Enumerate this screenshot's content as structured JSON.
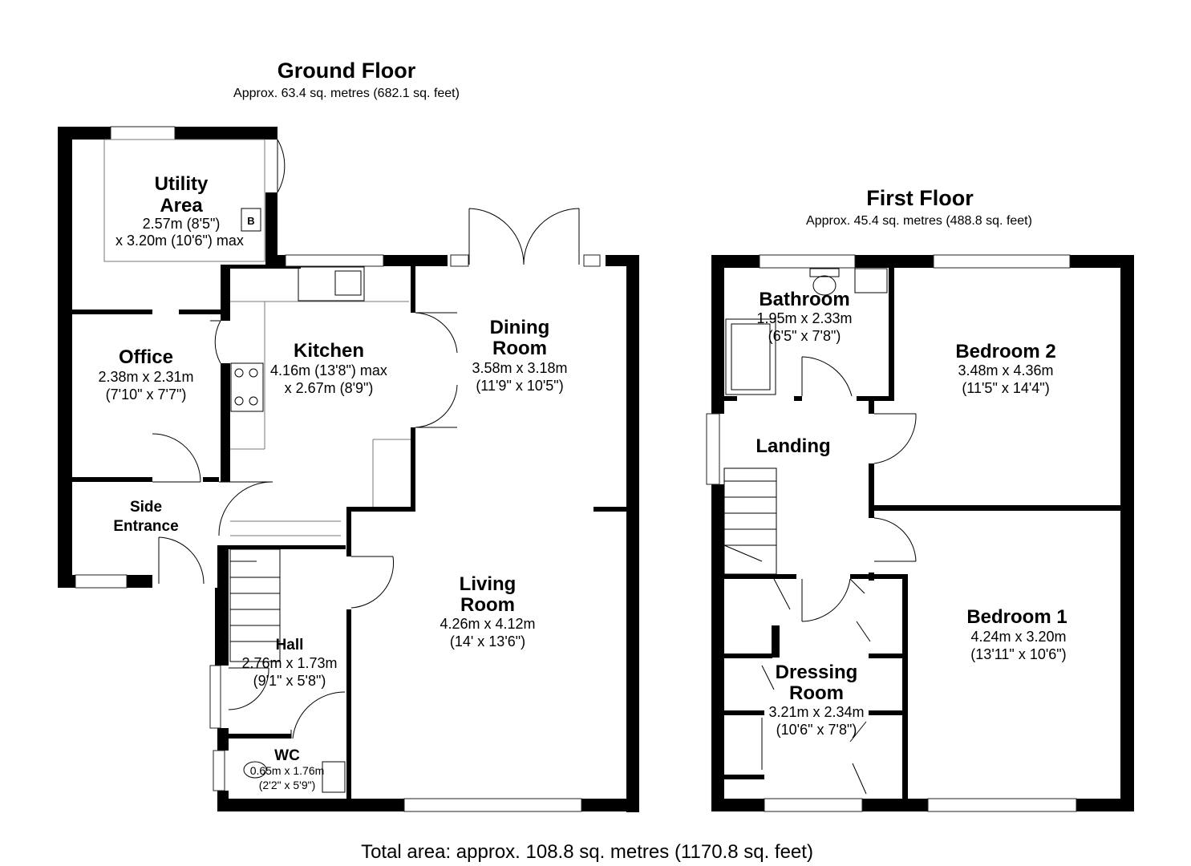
{
  "ground_floor": {
    "title": "Ground Floor",
    "area": "Approx. 63.4 sq. metres (682.1 sq. feet)",
    "rooms": {
      "utility": {
        "name_1": "Utility",
        "name_2": "Area",
        "dim_1": "2.57m (8'5\")",
        "dim_2": "x 3.20m (10'6\") max",
        "boiler_label": "B"
      },
      "office": {
        "name": "Office",
        "dim_1": "2.38m x 2.31m",
        "dim_2": "(7'10\" x 7'7\")"
      },
      "kitchen": {
        "name": "Kitchen",
        "dim_1": "4.16m (13'8\") max",
        "dim_2": "x 2.67m (8'9\")"
      },
      "dining": {
        "name_1": "Dining",
        "name_2": "Room",
        "dim_1": "3.58m x 3.18m",
        "dim_2": "(11'9\" x 10'5\")"
      },
      "side_entrance": {
        "name_1": "Side",
        "name_2": "Entrance"
      },
      "living": {
        "name_1": "Living",
        "name_2": "Room",
        "dim_1": "4.26m x 4.12m",
        "dim_2": "(14' x 13'6\")"
      },
      "hall": {
        "name": "Hall",
        "dim_1": "2.76m x 1.73m",
        "dim_2": "(9'1\" x 5'8\")"
      },
      "wc": {
        "name": "WC",
        "dim_1": "0.65m x 1.76m",
        "dim_2": "(2'2\" x 5'9\")"
      }
    }
  },
  "first_floor": {
    "title": "First Floor",
    "area": "Approx. 45.4 sq. metres (488.8 sq. feet)",
    "rooms": {
      "bathroom": {
        "name": "Bathroom",
        "dim_1": "1.95m x 2.33m",
        "dim_2": "(6'5\" x 7'8\")"
      },
      "bedroom2": {
        "name": "Bedroom 2",
        "dim_1": "3.48m x 4.36m",
        "dim_2": "(11'5\" x 14'4\")"
      },
      "landing": {
        "name": "Landing"
      },
      "bedroom1": {
        "name": "Bedroom 1",
        "dim_1": "4.24m x 3.20m",
        "dim_2": "(13'11\" x 10'6\")"
      },
      "dressing": {
        "name_1": "Dressing",
        "name_2": "Room",
        "dim_1": "3.21m x 2.34m",
        "dim_2": "(10'6\" x 7'8\")"
      }
    }
  },
  "total_area": "Total area: approx. 108.8 sq. metres (1170.8 sq. feet)",
  "colors": {
    "wall": "#000000",
    "background": "#ffffff",
    "fixture_line": "#777777"
  }
}
